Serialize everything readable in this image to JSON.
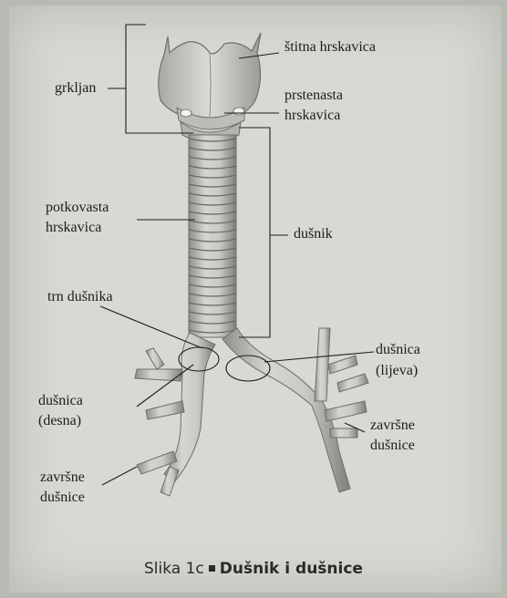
{
  "labels": {
    "grkljan": "grkljan",
    "stitna_hrskavica": "štitna hrskavica",
    "prstenasta_1": "prstenasta",
    "prstenasta_2": "hrskavica",
    "potkovasta_1": "potkovasta",
    "potkovasta_2": "hrskavica",
    "dusnik": "dušnik",
    "trn_dusnika": "trn dušnika",
    "dusnica_lijeva_1": "dušnica",
    "dusnica_lijeva_2": "(lijeva)",
    "dusnica_desna_1": "dušnica",
    "dusnica_desna_2": "(desna)",
    "zavrsne_right_1": "završne",
    "zavrsne_right_2": "dušnice",
    "zavrsne_left_1": "završne",
    "zavrsne_left_2": "dušnice"
  },
  "caption": {
    "prefix": "Slika 1c",
    "title": "Dušnik i dušnice"
  },
  "colors": {
    "tissue": "#cfcfc9",
    "tissue_shadow": "#8e8e88",
    "ink": "#1e1d1b"
  }
}
